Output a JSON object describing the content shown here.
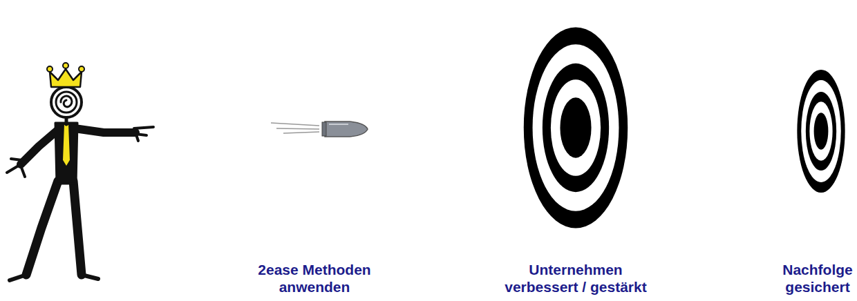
{
  "diagram": {
    "nodes": [
      {
        "text": [
          "Unternehmen verbessert / gestärkt"
        ]
      },
      {
        "text": [
          "Nachfolge gesichert"
        ]
      }
    ],
    "labels": [
      "2ease Methoden anwenden"
    ]
  }
}
